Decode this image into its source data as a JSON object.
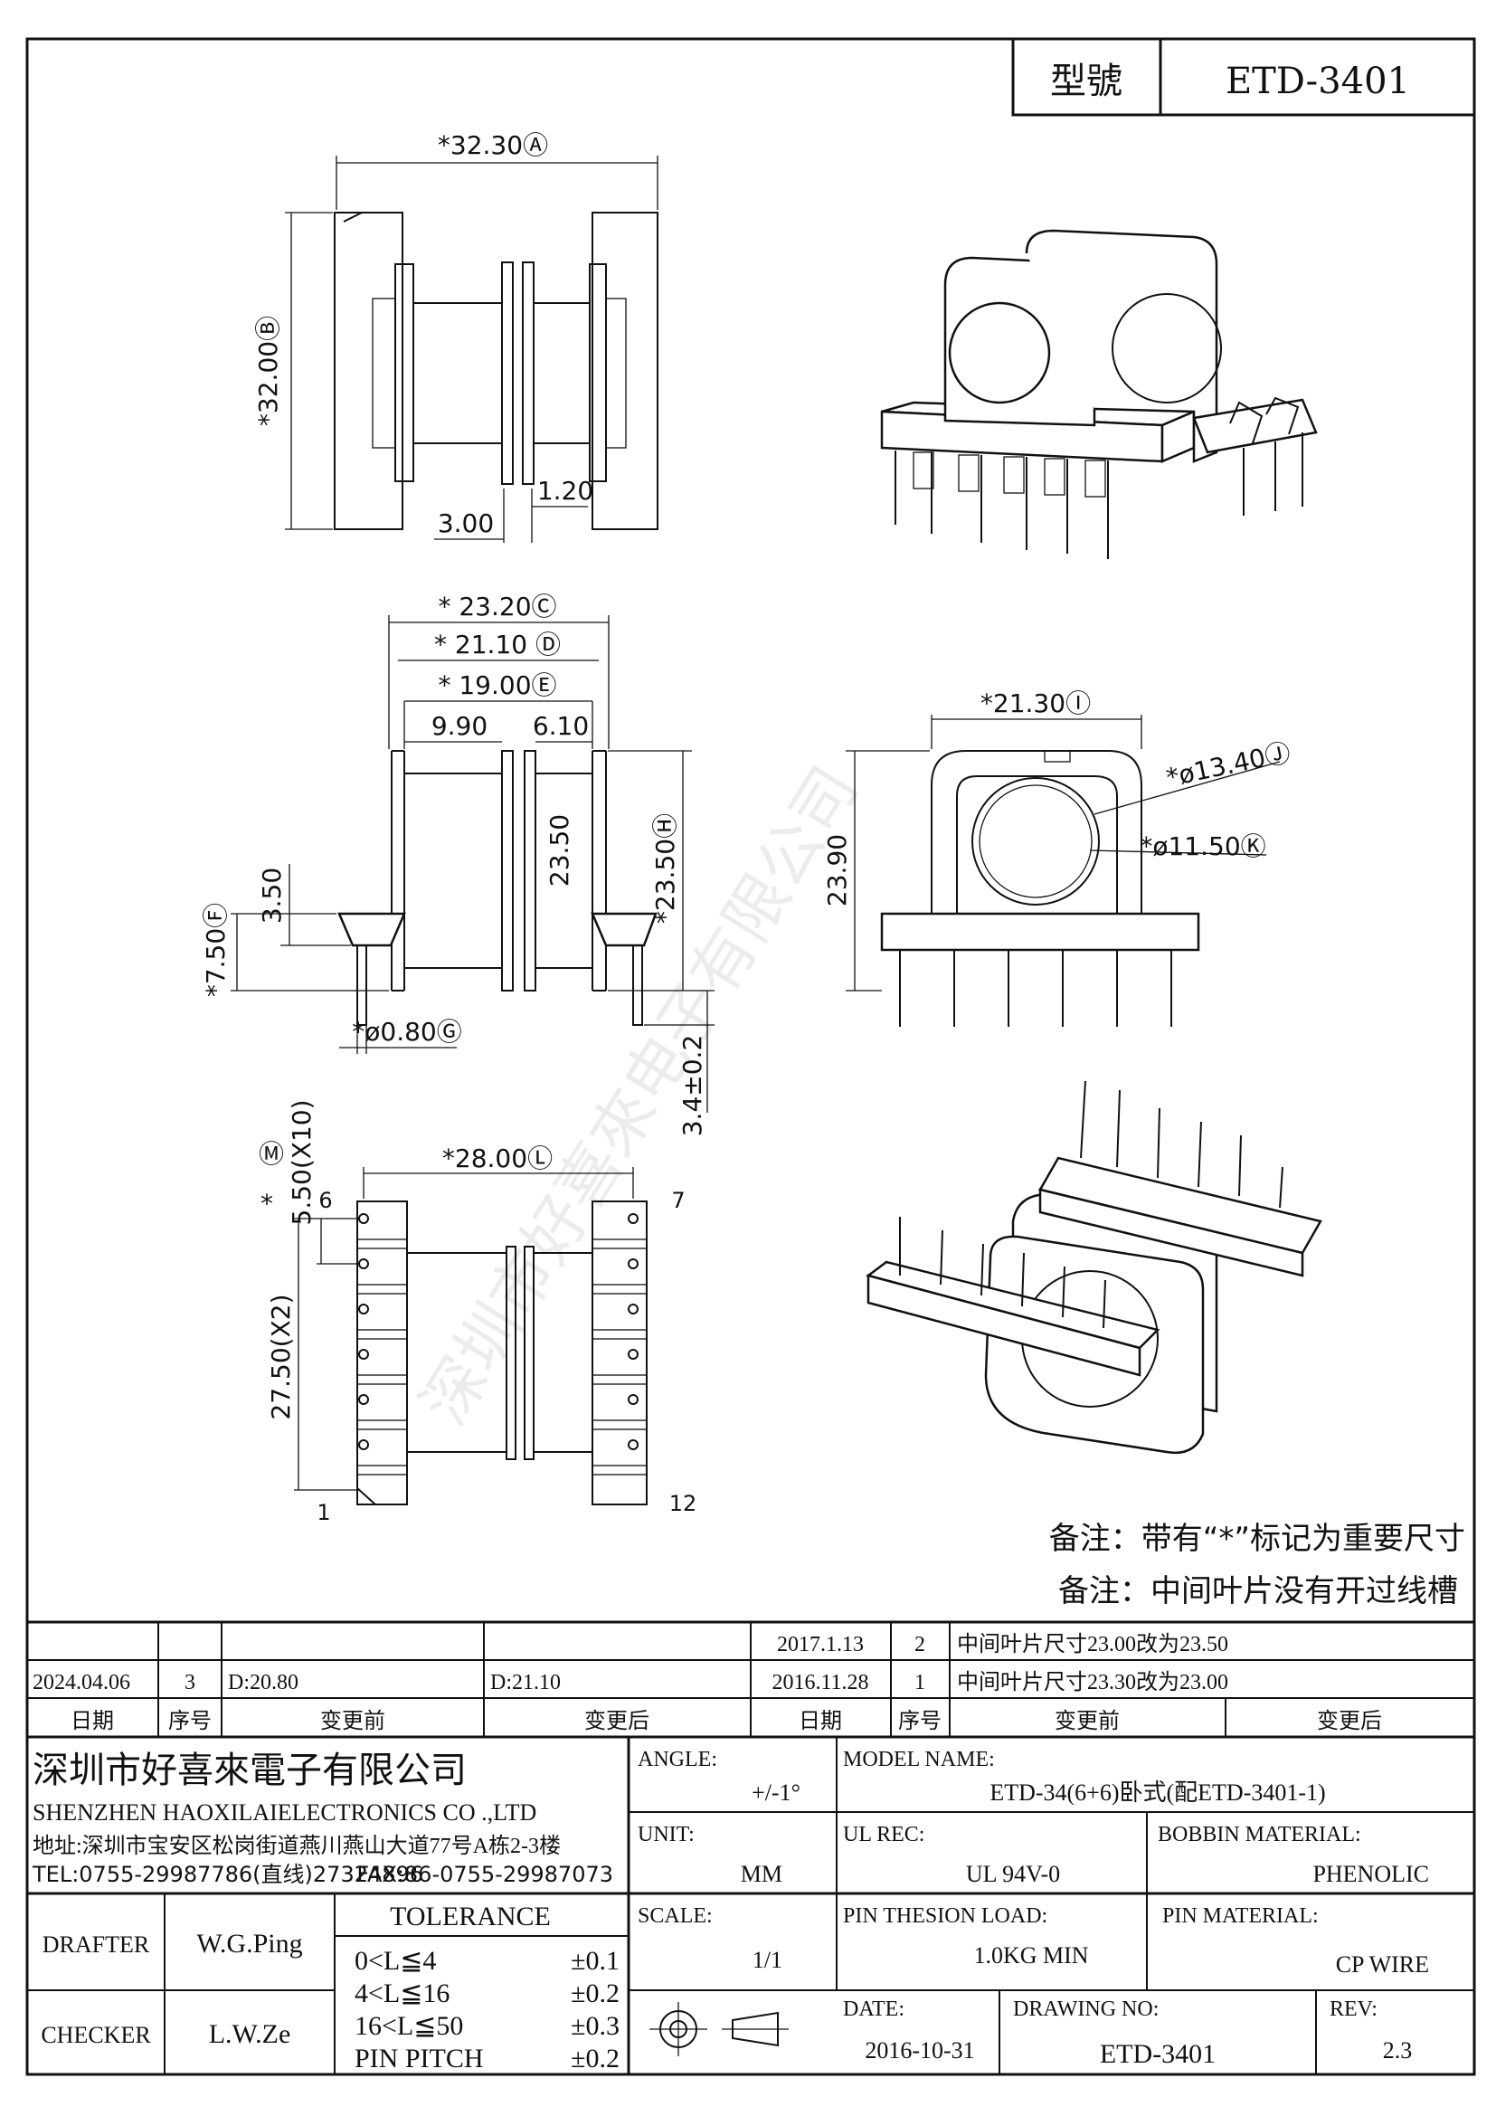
{
  "header": {
    "model_label": "型號",
    "model_value": "ETD-3401"
  },
  "top_view": {
    "dim_a": "*32.30Ⓐ",
    "dim_b": "*32.00Ⓑ",
    "dim_gap": "3.00",
    "dim_plate": "1.20"
  },
  "front_view": {
    "dim_c": "* 23.20Ⓒ",
    "dim_d": "* 21.10 Ⓓ",
    "dim_e": "* 19.00Ⓔ",
    "dim_left": "9.90",
    "dim_right": "6.10",
    "dim_center": "23.50",
    "dim_h": "*23.50Ⓗ",
    "dim_f": "*7.50Ⓕ",
    "dim_350": "3.50",
    "dim_g": "*ø0.80Ⓖ",
    "dim_pin_len": "3.4±0.2"
  },
  "side_view": {
    "dim_i": "*21.30Ⓘ",
    "dim_height": "23.90",
    "dim_j": "*ø13.40Ⓙ",
    "dim_k": "*ø11.50Ⓚ"
  },
  "bottom_view": {
    "dim_l": "*28.00Ⓛ",
    "dim_m": "Ⓜ",
    "dim_pitch": "5.50(X10)",
    "dim_m_star": "*",
    "dim_row": "27.50(X2)",
    "pin_6": "6",
    "pin_7": "7",
    "pin_1": "1",
    "pin_12": "12"
  },
  "watermark": "深圳市好喜來电子有限公司",
  "notes": [
    "备注：带有“*”标记为重要尺寸",
    "备注：中间叶片没有开过线槽"
  ],
  "revisions": {
    "r2_date": "2017.1.13",
    "r2_no": "2",
    "r2_before": "中间叶片尺寸23.00改为23.50",
    "r1_date": "2016.11.28",
    "r1_no": "1",
    "r1_before": "中间叶片尺寸23.30改为23.00",
    "r3_date": "2024.04.06",
    "r3_no": "3",
    "r3_before": "D:20.80",
    "r3_after": "D:21.10",
    "h_date": "日期",
    "h_no": "序号",
    "h_before": "变更前",
    "h_after": "变更后"
  },
  "company": {
    "name_cn": "深圳市好喜來電子有限公司",
    "name_en": "SHENZHEN HAOXILAIELECTRONICS CO .,LTD",
    "address": "地址:深圳市宝安区松岗街道燕川燕山大道77号A栋2-3楼",
    "tel": "TEL:0755-29987786(直线)27324896",
    "fax": "FAX:86-0755-29987073"
  },
  "title_block": {
    "angle_label": "ANGLE:",
    "angle_value": "+/-1°",
    "unit_label": "UNIT:",
    "unit_value": "MM",
    "scale_label": "SCALE:",
    "scale_value": "1/1",
    "model_name_label": "MODEL NAME:",
    "model_name_value": "ETD-34(6+6)卧式(配ETD-3401-1)",
    "ul_label": "UL REC:",
    "ul_value": "UL 94V-0",
    "bobbin_label": "BOBBIN MATERIAL:",
    "bobbin_value": "PHENOLIC",
    "pin_load_label": "PIN THESION LOAD:",
    "pin_load_value": "1.0KG MIN",
    "pin_mat_label": "PIN MATERIAL:",
    "pin_mat_value": "CP WIRE",
    "date_label": "DATE:",
    "date_value": "2016-10-31",
    "drawing_label": "DRAWING NO:",
    "drawing_value": "ETD-3401",
    "rev_label": "REV:",
    "rev_value": "2.3",
    "drafter_label": "DRAFTER",
    "drafter_value": "W.G.Ping",
    "checker_label": "CHECKER",
    "checker_value": "L.W.Ze",
    "tolerance_label": "TOLERANCE",
    "tol_rows": [
      {
        "range": "0<L≦4",
        "value": "±0.1"
      },
      {
        "range": "4<L≦16",
        "value": "±0.2"
      },
      {
        "range": "16<L≦50",
        "value": "±0.3"
      },
      {
        "range": "PIN PITCH",
        "value": "±0.2"
      }
    ]
  }
}
